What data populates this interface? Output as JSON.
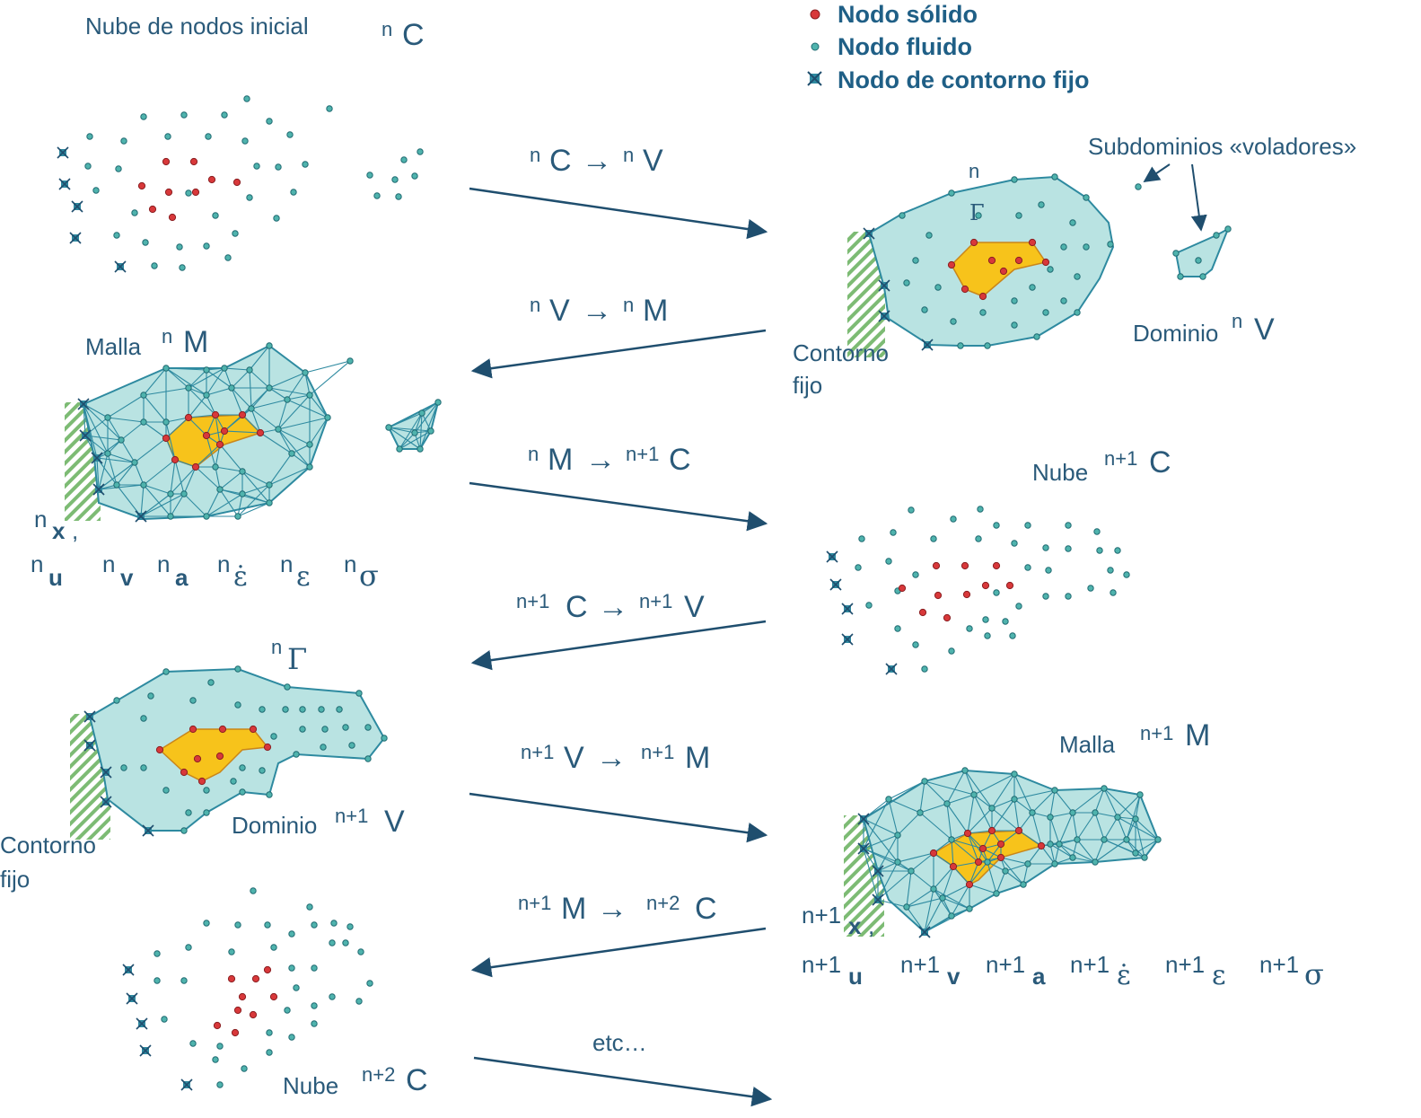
{
  "colors": {
    "text": "#2a5a7a",
    "arrow": "#1f4e6e",
    "fluid_fill": "#b9e3e2",
    "fluid_stroke": "#2e8aa0",
    "solid_fill": "#f7c31b",
    "solid_node": "#d8383a",
    "fluid_node": "#4fb3ad",
    "hatch": "#7dbb74"
  },
  "legend": {
    "solid": "Nodo sólido",
    "fluid": "Nodo fluido",
    "boundary": "Nodo de contorno fijo"
  },
  "labels": {
    "initial_cloud": "Nube de nodos inicial",
    "initial_cloud_sym_sup": "n",
    "initial_cloud_sym": "C",
    "flying": "Subdominios «voladores»",
    "domain_n": "Dominio",
    "domain_n_sup": "n",
    "domain_n_sym": "V",
    "gamma_n_sup": "n",
    "gamma_n": "Γ",
    "fixed_boundary_1a": "Contorno",
    "fixed_boundary_1b": "fijo",
    "mesh_n": "Malla",
    "mesh_n_sup": "n",
    "mesh_n_sym": "M",
    "cloud_n1": "Nube",
    "cloud_n1_sup": "n+1",
    "cloud_n1_sym": "C",
    "gamma2_sup": "n",
    "gamma2": "Γ",
    "domain_n1": "Dominio",
    "domain_n1_sup": "n+1",
    "domain_n1_sym": "V",
    "fixed_boundary_2a": "Contorno",
    "fixed_boundary_2b": "fijo",
    "mesh_n1": "Malla",
    "mesh_n1_sup": "n+1",
    "mesh_n1_sym": "M",
    "cloud_n2": "Nube",
    "cloud_n2_sup": "n+2",
    "cloud_n2_sym": "C"
  },
  "transitions": [
    {
      "from_sup": "n",
      "from": "C",
      "to_sup": "n",
      "to": "V"
    },
    {
      "from_sup": "n",
      "from": "V",
      "to_sup": "n",
      "to": "M"
    },
    {
      "from_sup": "n",
      "from": "M",
      "to_sup": "n+1",
      "to": "C"
    },
    {
      "from_sup": "n+1",
      "from": "C",
      "to_sup": "n+1",
      "to": "V"
    },
    {
      "from_sup": "n+1",
      "from": "V",
      "to_sup": "n+1",
      "to": "M"
    },
    {
      "from_sup": "n+1",
      "from": "M",
      "to_sup": "n+2",
      "to": "C"
    },
    {
      "text": "etc…"
    }
  ],
  "arrow_symbol": "→",
  "variables_n": {
    "sup": "n",
    "line1": [
      "x"
    ],
    "line2": [
      "u",
      "v",
      "a",
      "ε̇",
      "ε",
      "σ"
    ]
  },
  "variables_n1": {
    "sup": "n+1",
    "line1": [
      "x"
    ],
    "line2": [
      "u",
      "v",
      "a",
      "ε̇",
      "ε",
      "σ"
    ]
  }
}
